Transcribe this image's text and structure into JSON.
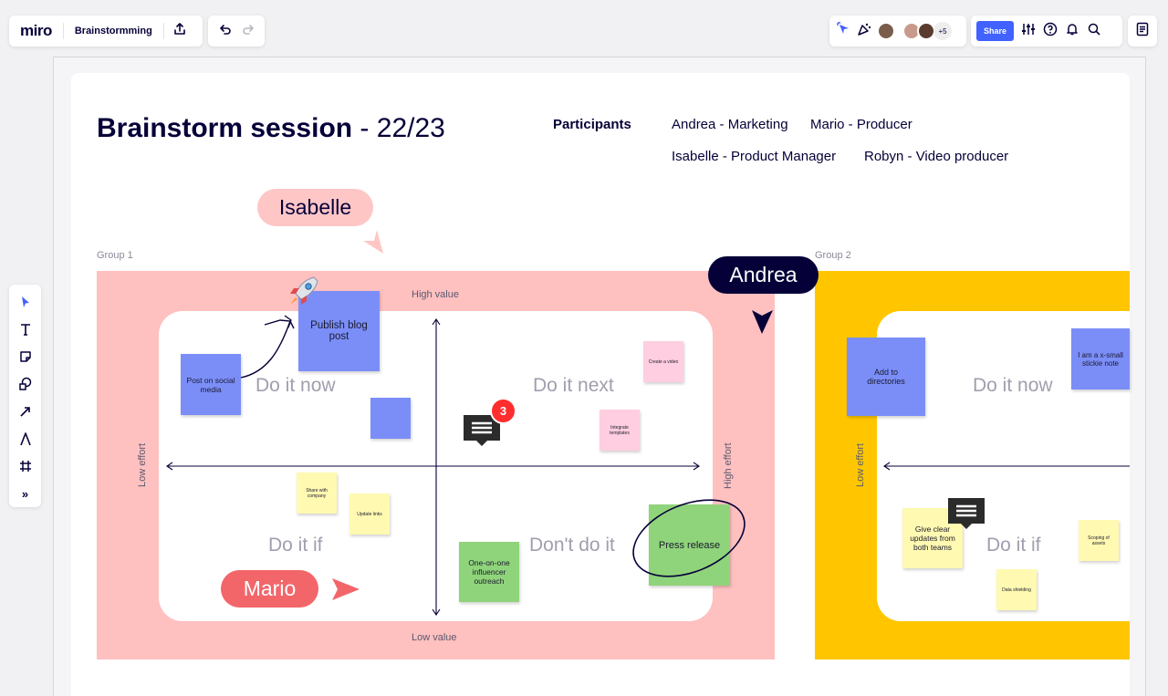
{
  "app": {
    "logo": "miro",
    "board_name": "Brainstormming",
    "share_label": "Share",
    "more_collaborators": "+5"
  },
  "board": {
    "title_bold": "Brainstorm session",
    "title_rest": " - 22/23",
    "participants_label": "Participants",
    "participants": [
      "Andrea - Marketing",
      "Mario - Producer",
      "Isabelle - Product Manager",
      "Robyn - Video producer"
    ]
  },
  "group1": {
    "label": "Group 1",
    "high_value": "High value",
    "low_value": "Low value",
    "low_effort": "Low effort",
    "high_effort": "High effort",
    "quadrants": [
      "Do it now",
      "Do it next",
      "Do it if",
      "Don't do it"
    ],
    "stickies": {
      "post_social": "Post on social media",
      "publish_blog": "Publish blog post",
      "create_video": "Create a video",
      "integrate_templates": "Integrate templates",
      "share_company": "Share with company",
      "update_links": "Update links",
      "influencer": "One-on-one influencer outreach",
      "press_release": "Press release"
    },
    "comment_count": "3"
  },
  "group2": {
    "label": "Group 2",
    "low_effort": "Low effort",
    "quadrants": [
      "Do it now",
      "Do it if"
    ],
    "stickies": {
      "add_directories": "Add to directories",
      "xsmall": "I am a x-small stickie note",
      "give_clear": "Give clear updates from both teams",
      "scoping": "Scoping of assets",
      "data_shielding": "Data shielding"
    }
  },
  "cursors": {
    "isabelle": "Isabelle",
    "andrea": "Andrea",
    "mario": "Mario"
  },
  "colors": {
    "accent": "#4262ff",
    "group1_bg": "#ffc0c0",
    "group2_bg": "#ffc600",
    "isabelle": "#ffc6c6",
    "andrea": "#050038",
    "mario": "#f2666a"
  }
}
